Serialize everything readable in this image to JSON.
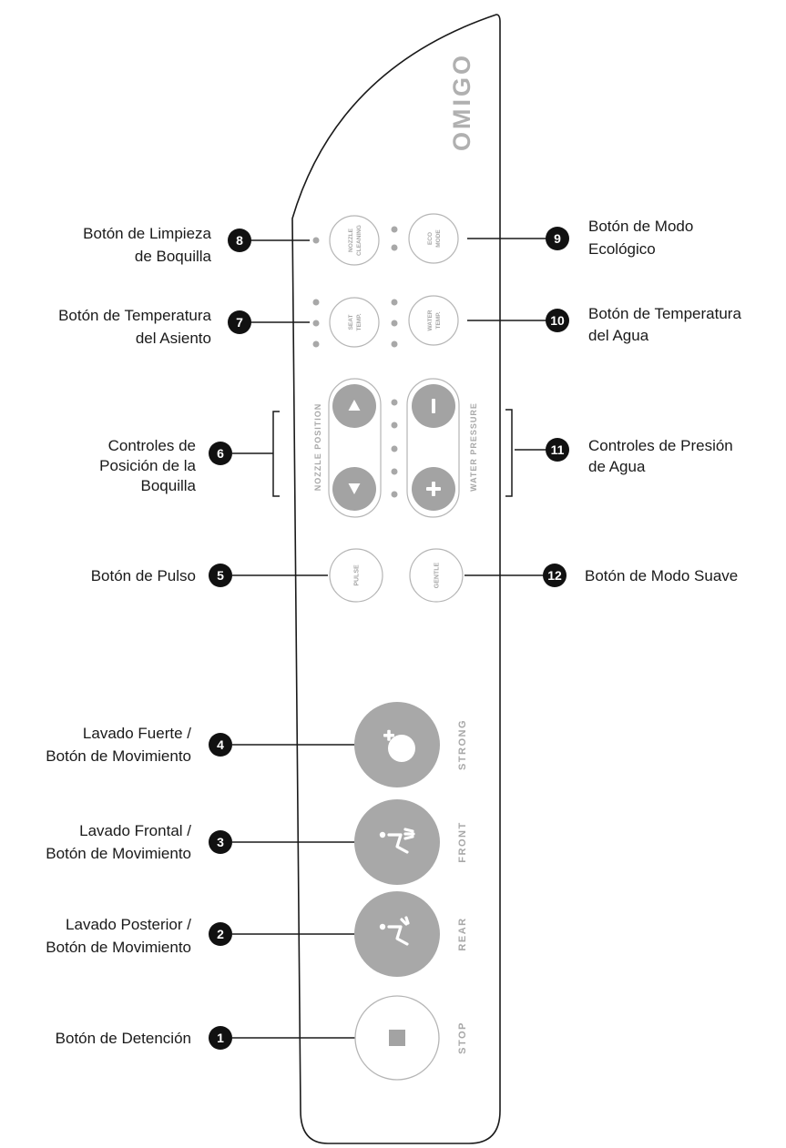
{
  "remote": {
    "brand": "OMIGO",
    "small_buttons": {
      "nozzle_cleaning": [
        "NOZZLE",
        "CLEANING"
      ],
      "eco_mode": [
        "ECO",
        "MODE"
      ],
      "seat_temp": [
        "SEAT",
        "TEMP."
      ],
      "water_temp": [
        "WATER",
        "TEMP."
      ],
      "pulse": "PULSE",
      "gentle": "GENTLE"
    },
    "group_labels": {
      "nozzle_position": "NOZZLE POSITION",
      "water_pressure": "WATER PRESSURE"
    },
    "big_button_labels": {
      "strong": "STRONG",
      "front": "FRONT",
      "rear": "REAR",
      "stop": "STOP"
    }
  },
  "callouts": [
    {
      "number": "1",
      "label": [
        "Botón de Detención"
      ]
    },
    {
      "number": "2",
      "label": [
        "Lavado Posterior /",
        "Botón de Movimiento"
      ]
    },
    {
      "number": "3",
      "label": [
        "Lavado Frontal /",
        "Botón de Movimiento"
      ]
    },
    {
      "number": "4",
      "label": [
        "Lavado Fuerte /",
        "Botón de Movimiento"
      ]
    },
    {
      "number": "5",
      "label": [
        "Botón de Pulso"
      ]
    },
    {
      "number": "6",
      "label": [
        "Controles de",
        "Posición de la",
        "Boquilla"
      ]
    },
    {
      "number": "7",
      "label": [
        "Botón de Temperatura",
        "del Asiento"
      ]
    },
    {
      "number": "8",
      "label": [
        "Botón de Limpieza",
        "de Boquilla"
      ]
    },
    {
      "number": "9",
      "label": [
        "Botón de Modo",
        "Ecológico"
      ]
    },
    {
      "number": "10",
      "label": [
        "Botón de Temperatura",
        "del Agua"
      ]
    },
    {
      "number": "11",
      "label": [
        "Controles de Presión",
        "de Agua"
      ]
    },
    {
      "number": "12",
      "label": [
        "Botón de Modo Suave"
      ]
    }
  ]
}
